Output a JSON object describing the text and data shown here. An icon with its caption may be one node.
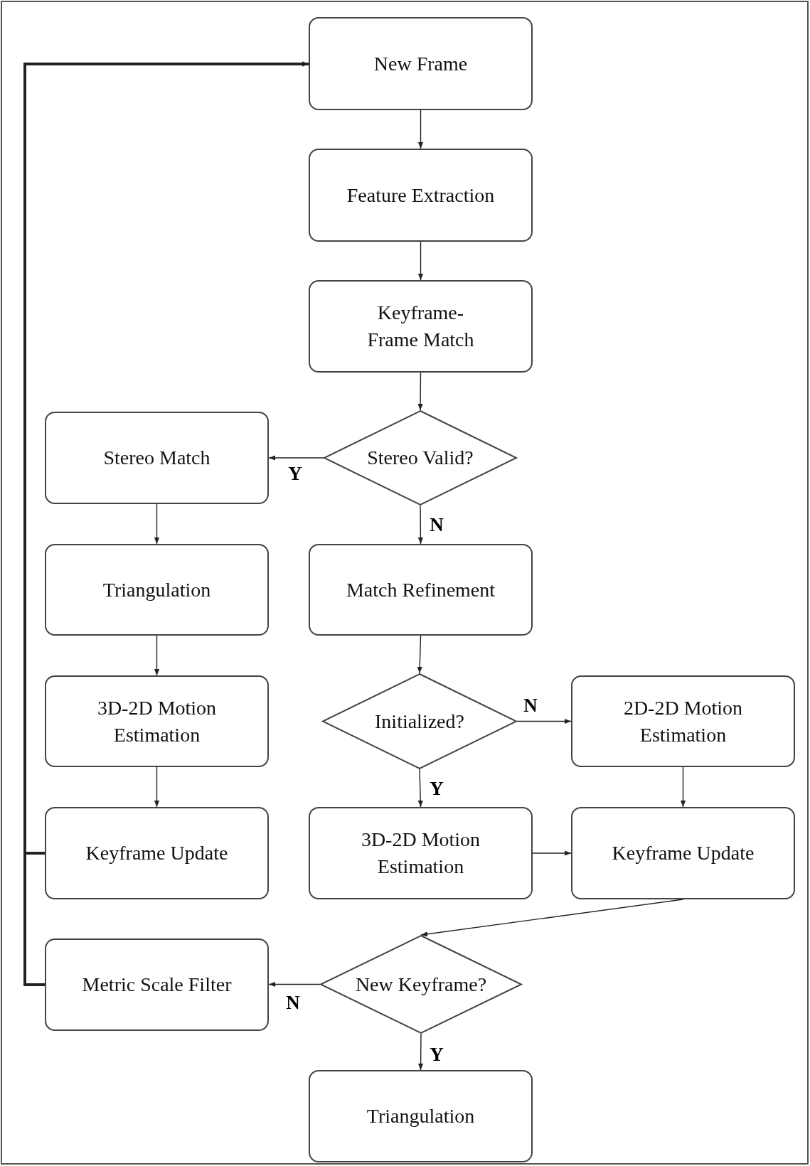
{
  "diagram": {
    "nodes": [
      {
        "text": [
          "New Frame"
        ]
      },
      {
        "text": [
          "Feature Extraction"
        ]
      },
      {
        "text": [
          "Keyframe- Frame Match"
        ]
      },
      {
        "text": [
          "Stereo Match"
        ]
      },
      {
        "text": [
          "Stereo Valid?"
        ]
      },
      {
        "text": [
          "Triangulation"
        ]
      },
      {
        "text": [
          "Match Refinement"
        ]
      },
      {
        "text": [
          "3D-2D Motion Estimation"
        ]
      },
      {
        "text": [
          "Initialized?"
        ]
      },
      {
        "text": [
          "2D-2D Motion Estimation"
        ]
      },
      {
        "text": [
          "Keyframe Update"
        ]
      },
      {
        "text": [
          "3D-2D Motion Estimation"
        ]
      },
      {
        "text": [
          "Keyframe Update"
        ]
      },
      {
        "text": [
          "Metric Scale Filter"
        ]
      },
      {
        "text": [
          "New Keyframe?"
        ]
      },
      {
        "text": [
          "Triangulation"
        ]
      }
    ],
    "edges": [
      {
        "from": 0,
        "to": 1,
        "arrow": "to"
      },
      {
        "from": 1,
        "to": 2,
        "arrow": "to"
      },
      {
        "from": 2,
        "to": 4,
        "arrow": "to"
      },
      {
        "from": 4,
        "to": 3,
        "arrow": "to",
        "label": "Y"
      },
      {
        "from": 4,
        "to": 6,
        "arrow": "to",
        "label": "N"
      },
      {
        "from": 3,
        "to": 5,
        "arrow": "to"
      },
      {
        "from": 5,
        "to": 7,
        "arrow": "to"
      },
      {
        "from": 7,
        "to": 10,
        "arrow": "to"
      },
      {
        "from": 6,
        "to": 8,
        "arrow": "to"
      },
      {
        "from": 8,
        "to": 9,
        "arrow": "to",
        "label": "N"
      },
      {
        "from": 8,
        "to": 11,
        "arrow": "to",
        "label": "Y"
      },
      {
        "from": 9,
        "to": 12,
        "arrow": "to"
      },
      {
        "from": 11,
        "to": 12,
        "arrow": "to"
      },
      {
        "from": 12,
        "to": 14,
        "arrow": "to"
      },
      {
        "from": 14,
        "to": 13,
        "arrow": "to",
        "label": "N"
      },
      {
        "from": 14,
        "to": 15,
        "arrow": "to",
        "label": "Y"
      },
      {
        "from": 10,
        "to": 0,
        "arrow": "to",
        "style": "thick"
      },
      {
        "from": 13,
        "to": 0,
        "arrow": "to",
        "style": "thick"
      }
    ]
  }
}
